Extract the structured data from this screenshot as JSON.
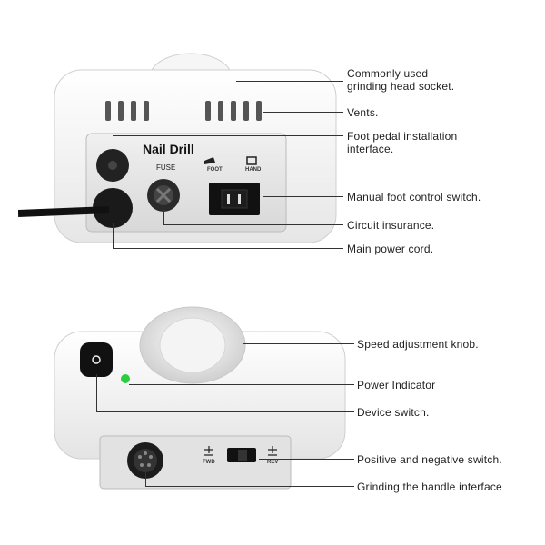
{
  "top_unit": {
    "panel_title": "Nail Drill",
    "fuse_label": "FUSE",
    "foot_label": "FOOT",
    "hand_label": "HAND",
    "callouts": [
      "Commonly used\ngrinding head socket.",
      "Vents.",
      "Foot pedal installation\ninterface.",
      "Manual foot control switch.",
      "Circuit insurance.",
      "Main power cord."
    ]
  },
  "bottom_unit": {
    "fwd_label": "FWD",
    "rev_label": "REV",
    "callouts": [
      "Speed adjustment knob.",
      "Power Indicator",
      "Device switch.",
      "Positive and negative switch.",
      "Grinding the handle interface"
    ]
  },
  "colors": {
    "body": "#f2f2f2",
    "panel": "#e4e4e4",
    "indicator": "#2ecc40",
    "switch": "#111111"
  }
}
